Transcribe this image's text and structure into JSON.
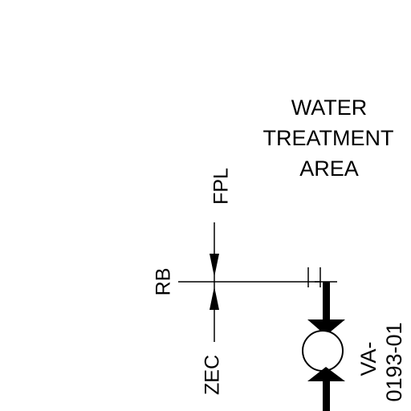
{
  "area_label": {
    "line1": "WATER",
    "line2": "TREATMENT",
    "line3": "AREA"
  },
  "lines": {
    "upper": "FPL",
    "junction": "RB",
    "lower": "ZEC"
  },
  "valve": {
    "tag_line1": "VA-",
    "tag_line2": "0193-01"
  },
  "colors": {
    "ink": "#000000",
    "paper": "#ffffff"
  }
}
